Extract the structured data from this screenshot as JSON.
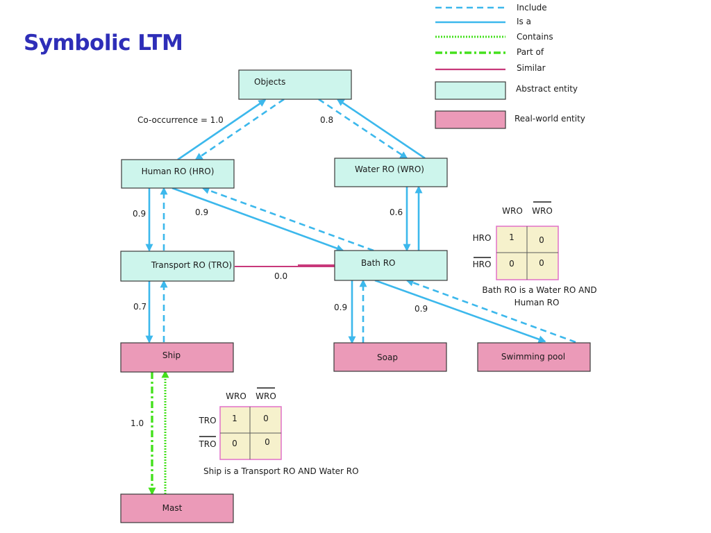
{
  "title": "Symbolic LTM",
  "colors": {
    "title": "#2e2eb8",
    "abstract_fill": "#cdf5ec",
    "real_fill": "#eb9ab8",
    "box_stroke": "#3a3a3a",
    "arrow": "#3cb8ec",
    "green": "#44e01c",
    "similar": "#c8387a",
    "matrix_fill": "#f6f1cc",
    "matrix_border": "#e070c8"
  },
  "legend": [
    {
      "key": "include",
      "label": "Include",
      "line": "dashed-blue"
    },
    {
      "key": "is_a",
      "label": "Is a",
      "line": "solid-blue"
    },
    {
      "key": "contains",
      "label": "Contains",
      "line": "dotted-green"
    },
    {
      "key": "part_of",
      "label": "Part of",
      "line": "dashdot-green"
    },
    {
      "key": "similar",
      "label": "Similar",
      "line": "solid-magenta"
    },
    {
      "key": "abstract",
      "label": "Abstract entity",
      "swatch": "abstract"
    },
    {
      "key": "real",
      "label": "Real-world entity",
      "swatch": "real"
    }
  ],
  "nodes": {
    "objects": {
      "label": "Objects",
      "kind": "abstract"
    },
    "hro": {
      "label": "Human RO (HRO)",
      "kind": "abstract"
    },
    "wro": {
      "label": "Water RO (WRO)",
      "kind": "abstract"
    },
    "tro": {
      "label": "Transport RO (TRO)",
      "kind": "abstract"
    },
    "bath": {
      "label": "Bath RO",
      "kind": "abstract"
    },
    "ship": {
      "label": "Ship",
      "kind": "real"
    },
    "soap": {
      "label": "Soap",
      "kind": "real"
    },
    "pool": {
      "label": "Swimming pool",
      "kind": "real"
    },
    "mast": {
      "label": "Mast",
      "kind": "real"
    }
  },
  "edge_labels": {
    "cooccurrence": "Co-occurrence = 1.0",
    "obj_wro": "0.8",
    "hro_tro": "0.9",
    "hro_bath": "0.9",
    "wro_bath": "0.6",
    "tro_bath": "0.0",
    "tro_ship": "0.7",
    "bath_soap": "0.9",
    "bath_pool": "0.9",
    "ship_mast": "1.0"
  },
  "matrix_bath": {
    "col_labels": [
      "WRO",
      "WRO"
    ],
    "row_labels": [
      "HRO",
      "HRO"
    ],
    "cells": [
      [
        "1",
        "0"
      ],
      [
        "0",
        "0"
      ]
    ],
    "caption": [
      "Bath RO is a Water RO AND",
      "Human RO"
    ]
  },
  "matrix_ship": {
    "col_labels": [
      "WRO",
      "WRO"
    ],
    "row_labels": [
      "TRO",
      "TRO"
    ],
    "cells": [
      [
        "1",
        "0"
      ],
      [
        "0",
        "0"
      ]
    ],
    "caption": [
      "Ship is a Transport RO AND  Water RO"
    ]
  }
}
